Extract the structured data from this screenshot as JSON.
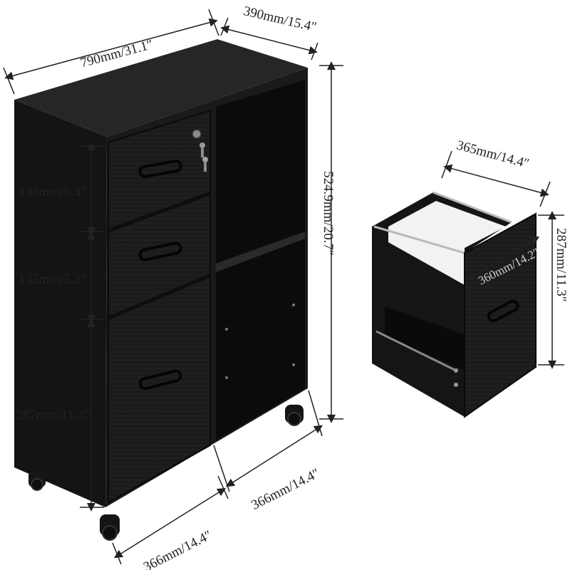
{
  "product": {
    "name": "",
    "colors": {
      "cabinet": "#1b1b1b",
      "cabinet_shadow": "#0c0c0c",
      "cabinet_top": "#2a2a2a",
      "rail": "#b9b9b9",
      "dimension_line": "#222222",
      "background": "#ffffff"
    },
    "icons": {
      "lock": "lock-icon",
      "keys": "key-icon",
      "handle": "drawer-handle",
      "caster": "caster-wheel"
    }
  },
  "dimensions": {
    "overall_width": "790mm/31.1″",
    "overall_depth": "390mm/15.4″",
    "overall_height": "524.9mm/20.7″",
    "drawer_top_height": "135mm/5.3″",
    "drawer_middle_height": "135mm/5.3″",
    "drawer_bottom_height": "287mm/11.3″",
    "left_section_width": "366mm/14.4″",
    "right_section_width": "366mm/14.4″",
    "detail_drawer_depth": "365mm/14.4″",
    "detail_drawer_width": "360mm/14.2″",
    "detail_drawer_height": "287mm/11.3″"
  }
}
